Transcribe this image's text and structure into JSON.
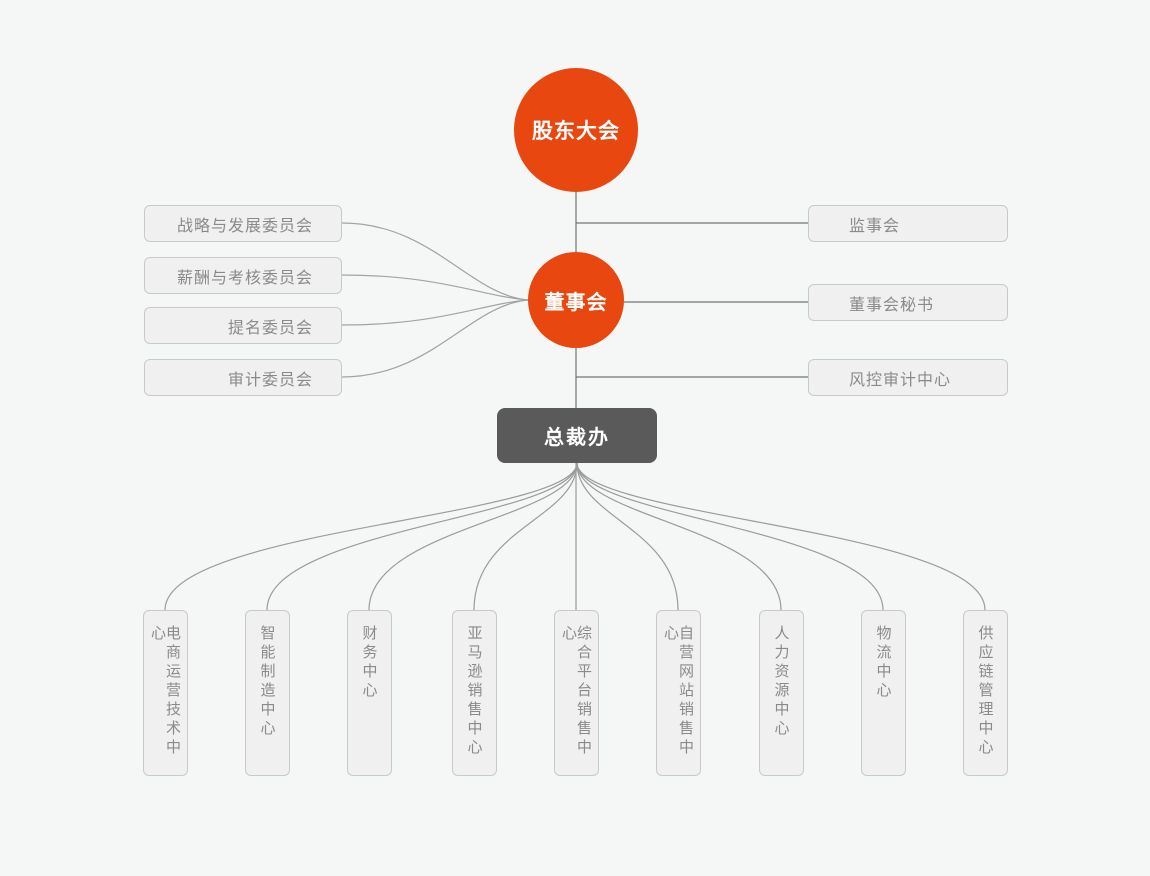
{
  "palette": {
    "background": "#f5f6f6",
    "accent_orange": "#e8470f",
    "dark_gray": "#5a5a5a",
    "box_fill": "#f0f0f0",
    "box_border": "#c9c9c9",
    "box_text": "#8a8a8a",
    "trunk_line": "#757575",
    "curve_line": "#a3a3a3"
  },
  "org_chart": {
    "shareholders_meeting": "股东大会",
    "board_of_directors": "董事会",
    "president_office": "总裁办",
    "committees": [
      "战略与发展委员会",
      "薪酬与考核委员会",
      "提名委员会",
      "审计委员会"
    ],
    "right_branches": [
      "监事会",
      "董事会秘书",
      "风控审计中心"
    ],
    "departments": [
      "电商运营技术中心",
      "智能制造中心",
      "财务中心",
      "亚马逊销售中心",
      "综合平台销售中心",
      "自营网站销售中心",
      "人力资源中心",
      "物流中心",
      "供应链管理中心"
    ]
  }
}
